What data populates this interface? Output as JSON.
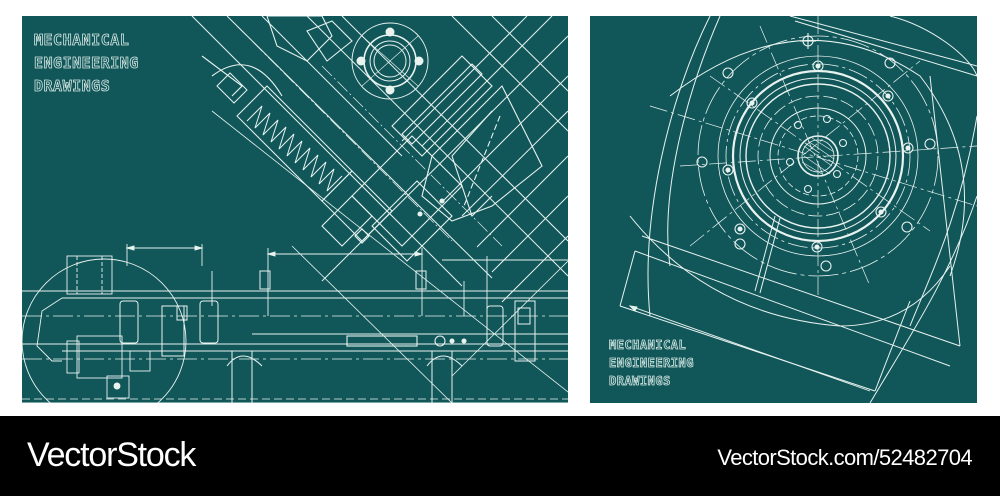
{
  "panels": {
    "left": {
      "title_lines": [
        "MECHANICAL",
        "ENGINEERING",
        "DRAWINGS"
      ],
      "background_color": "#11575a",
      "line_color": "#e8f2ef",
      "illustration": "diagonal-mechanical-assembly-blueprint"
    },
    "right": {
      "title_lines": [
        "MECHANICAL",
        "ENGINEERING",
        "DRAWINGS"
      ],
      "background_color": "#11575a",
      "line_color": "#e8f2ef",
      "illustration": "circular-flange-bolt-pattern-blueprint"
    }
  },
  "footer": {
    "brand": "VectorStock",
    "stock_id": "VectorStock.com/52482704",
    "background_color": "#000000"
  }
}
